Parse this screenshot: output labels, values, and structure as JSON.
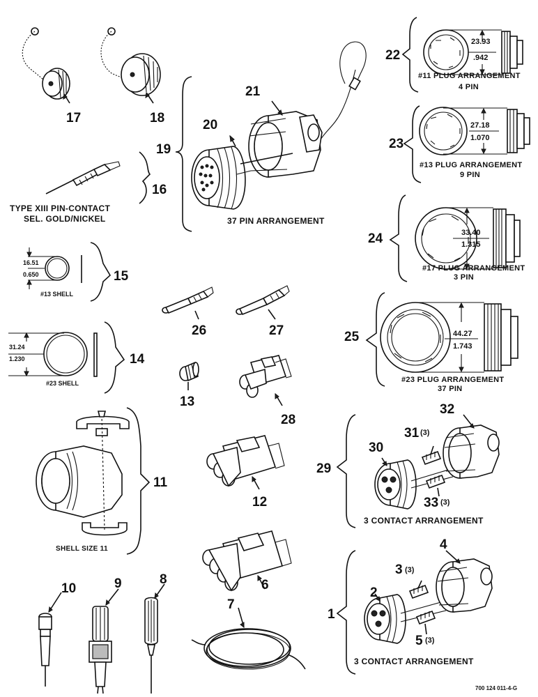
{
  "labels": {
    "n1": "1",
    "n2": "2",
    "n3": "3",
    "n4": "4",
    "n5": "5",
    "n6": "6",
    "n7": "7",
    "n8": "8",
    "n9": "9",
    "n10": "10",
    "n11": "11",
    "n12": "12",
    "n13": "13",
    "n14": "14",
    "n15": "15",
    "n16": "16",
    "n17": "17",
    "n18": "18",
    "n19": "19",
    "n20": "20",
    "n21": "21",
    "n22": "22",
    "n23": "23",
    "n24": "24",
    "n25": "25",
    "n26": "26",
    "n27": "27",
    "n28": "28",
    "n29": "29",
    "n30": "30",
    "n31": "31",
    "n32": "32",
    "n33": "33"
  },
  "quantities": {
    "q31": "(3)",
    "q33": "(3)",
    "q3": "(3)",
    "q5": "(3)"
  },
  "captions": {
    "type_xiii_line1": "TYPE XIII PIN-CONTACT",
    "type_xiii_line2": "SEL. GOLD/NICKEL",
    "pin37": "37 PIN ARRANGEMENT",
    "shell13": "#13 SHELL",
    "shell23": "#23 SHELL",
    "shell11": "SHELL SIZE 11",
    "contact3_upper": "3 CONTACT ARRANGEMENT",
    "contact3_lower": "3 CONTACT ARRANGEMENT",
    "plug11_line1": "#11 PLUG ARRANGEMENT",
    "plug11_line2": "4 PIN",
    "plug13_line1": "#13 PLUG ARRANGEMENT",
    "plug13_line2": "9 PIN",
    "plug17_line1": "#17 PLUG ARRANGEMENT",
    "plug17_line2": "3 PIN",
    "plug23_line1": "#23 PLUG ARRANGEMENT",
    "plug23_line2": "37 PIN"
  },
  "dimensions": {
    "d15_mm": "16.51",
    "d15_in": "0.650",
    "d14_mm": "31.24",
    "d14_in": "1.230",
    "d22_mm": "23.93",
    "d22_in": ".942",
    "d23_mm": "27.18",
    "d23_in": "1.070",
    "d24_mm": "33.40",
    "d24_in": "1.315",
    "d25_mm": "44.27",
    "d25_in": "1.743"
  },
  "figure_code": "700 124 011-4-G"
}
